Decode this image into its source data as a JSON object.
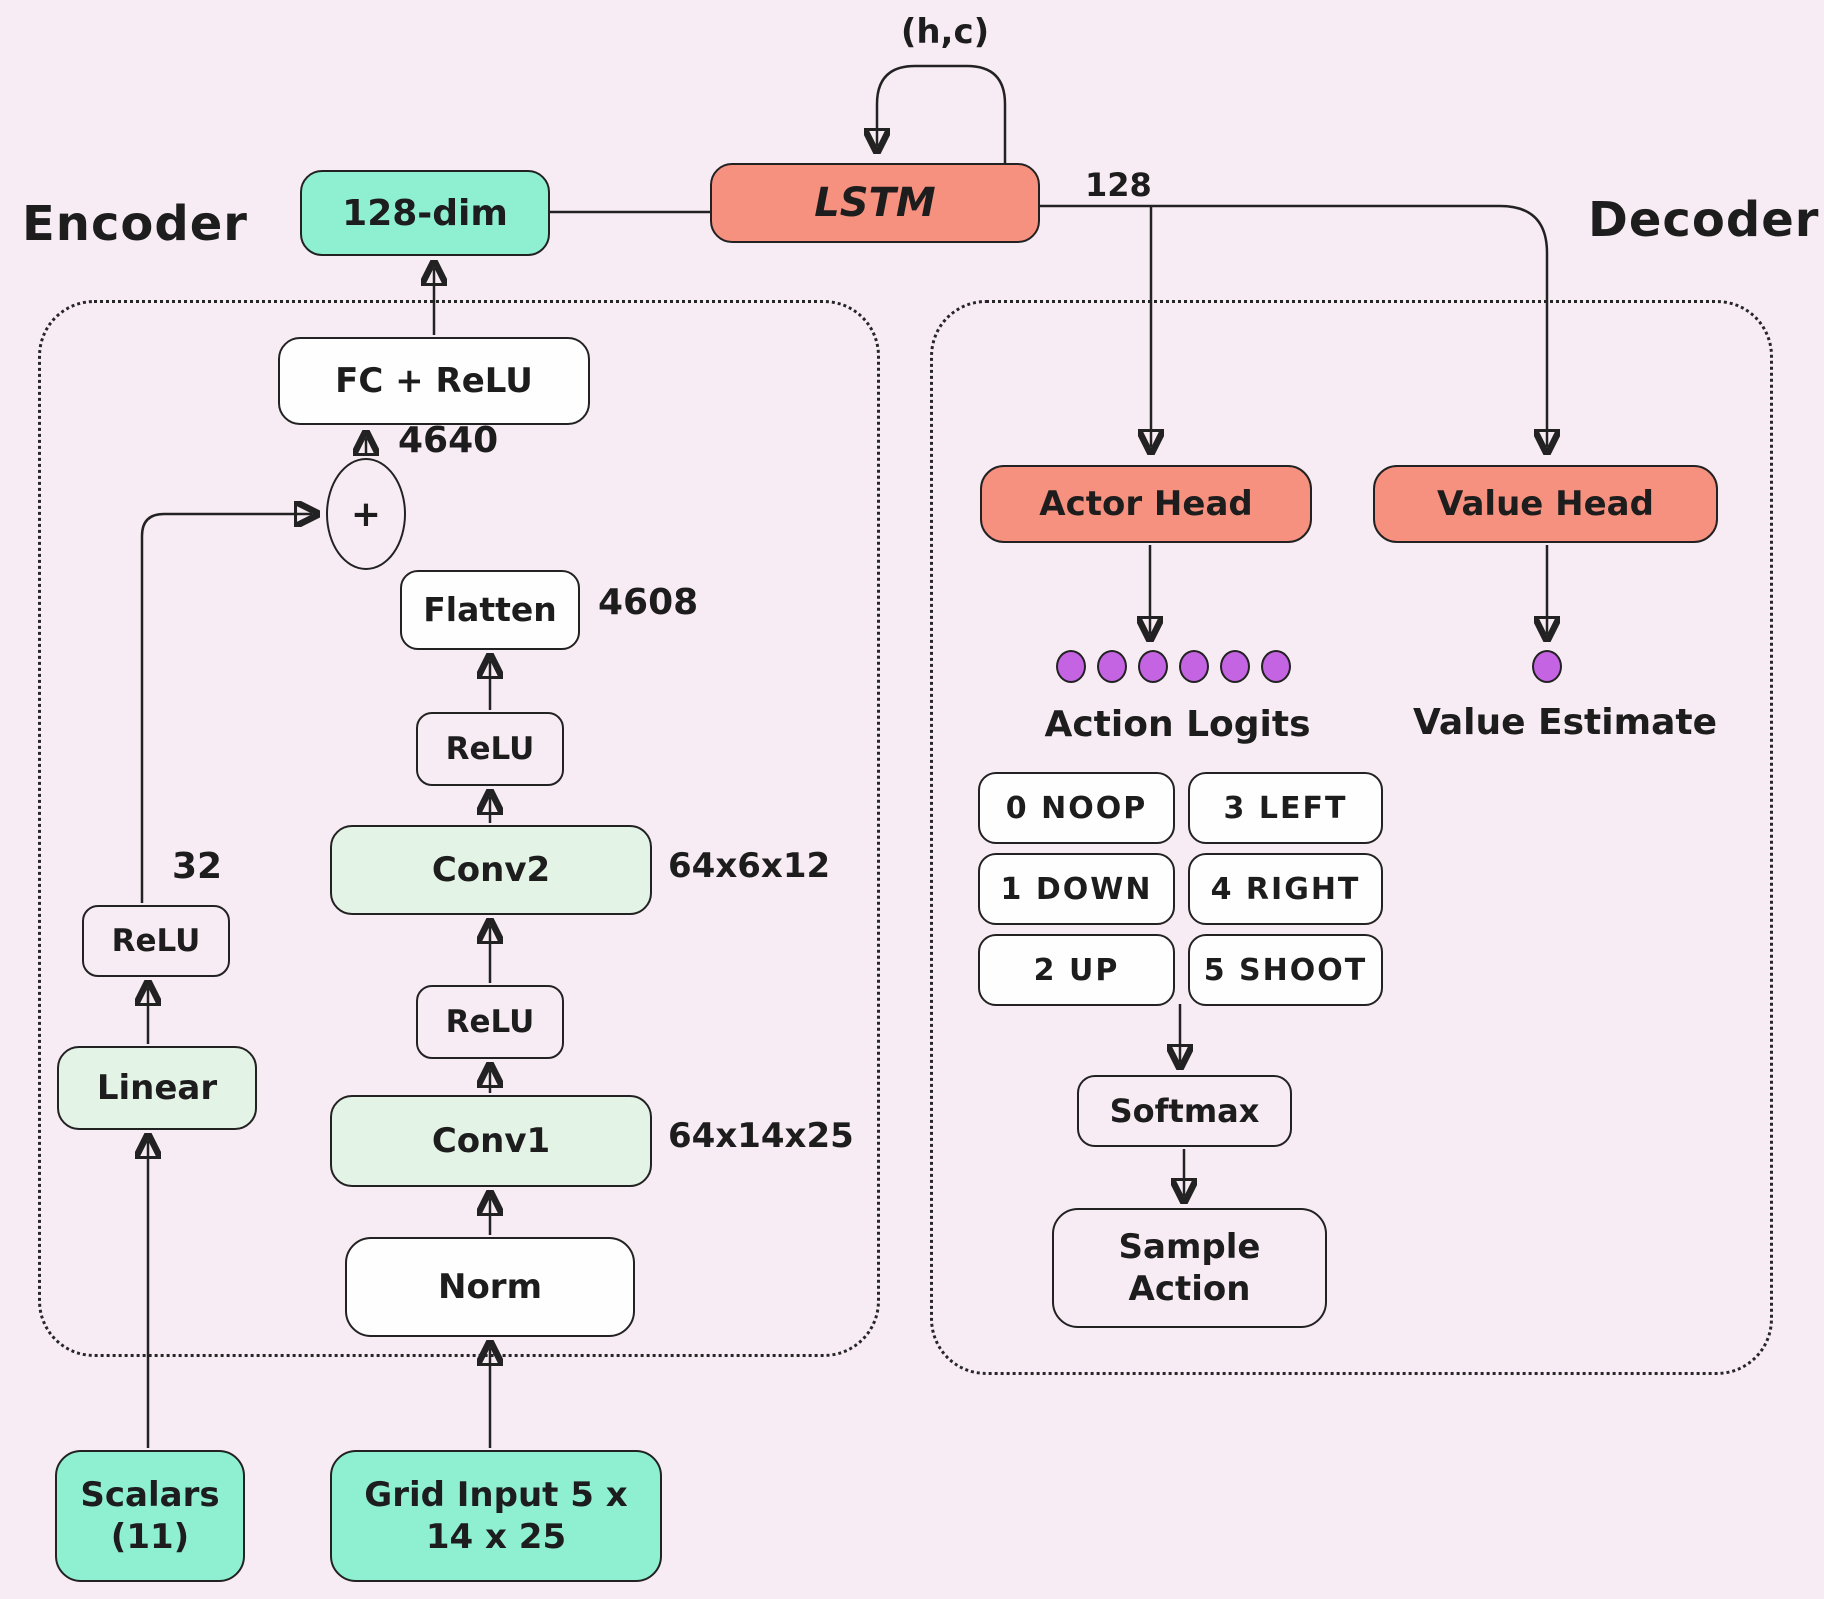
{
  "top": {
    "hc_label": "(h,c)",
    "dim128_box": "128-dim",
    "lstm_box": "LSTM",
    "bus_width_label": "128"
  },
  "encoder": {
    "section_label": "Encoder",
    "fc_relu_box": "FC + ReLU",
    "fc_input_dim_label": "4640",
    "plus_symbol": "+",
    "flatten_box": "Flatten",
    "flatten_dim_label": "4608",
    "relu_upper_box": "ReLU",
    "conv2_box": "Conv2",
    "conv2_shape_label": "64x6x12",
    "relu_mid_box": "ReLU",
    "conv1_box": "Conv1",
    "conv1_shape_label": "64x14x25",
    "norm_box": "Norm",
    "grid_input_line1": "Grid Input  5 x",
    "grid_input_line2": "14 x 25",
    "scalars_line1": "Scalars",
    "scalars_line2": "(11)",
    "linear_box": "Linear",
    "relu_left_box": "ReLU",
    "scalar_feature_dim_label": "32"
  },
  "decoder": {
    "section_label": "Decoder",
    "actor_head_box": "Actor Head",
    "value_head_box": "Value Head",
    "action_logits_label": "Action Logits",
    "value_estimate_label": "Value Estimate",
    "num_action_logits": 6,
    "num_value_outputs": 1,
    "actions": [
      "0 NOOP",
      "3 LEFT",
      "1 DOWN",
      "4 RIGHT",
      "2 UP",
      "5 SHOOT"
    ],
    "softmax_box": "Softmax",
    "sample_action_line1": "Sample",
    "sample_action_line2": "Action"
  },
  "colors": {
    "background": "#F8ECF4",
    "head_boxes": "#F6917F",
    "io_boxes": "#8EEFD1",
    "conv_boxes": "#E3F4E6",
    "logit_dots": "#C464E3",
    "stroke": "#222222"
  }
}
